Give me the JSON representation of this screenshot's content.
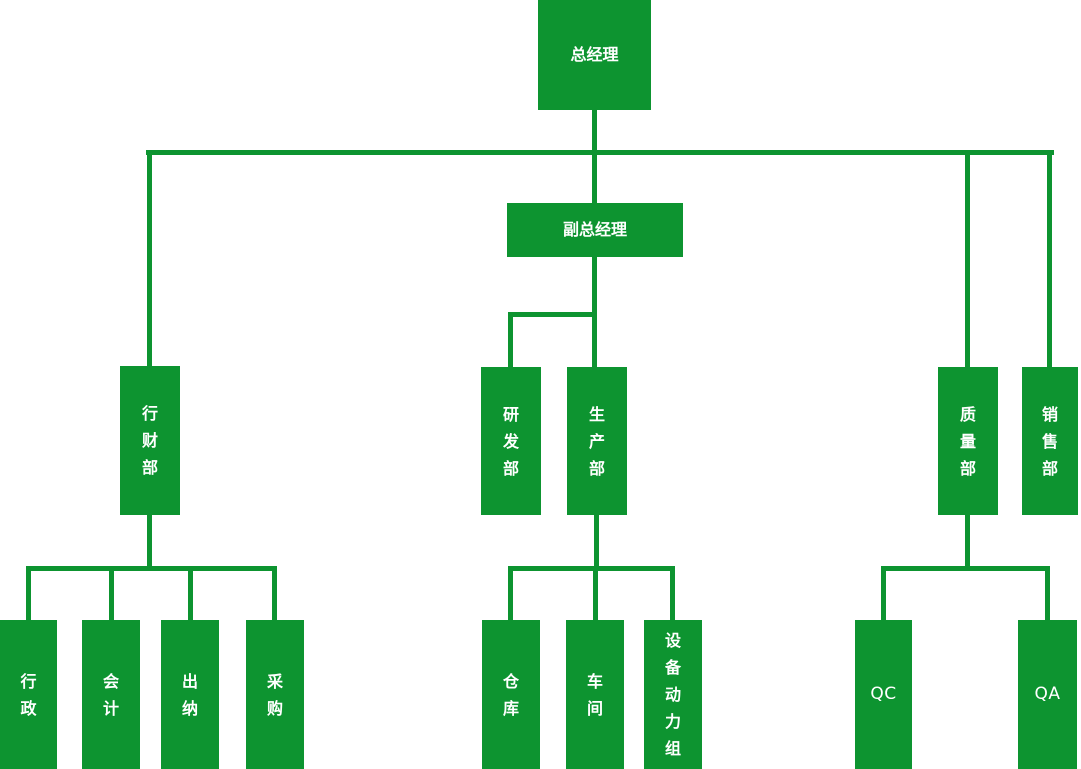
{
  "colors": {
    "node_fill": "#0d9430",
    "line": "#0d9430",
    "label_text": "#ffffff",
    "background": "#ffffff"
  },
  "chart_data": {
    "type": "org-chart",
    "edges": [
      {
        "from": "总经理",
        "to": "行财部"
      },
      {
        "from": "总经理",
        "to": "副总经理"
      },
      {
        "from": "总经理",
        "to": "质量部"
      },
      {
        "from": "总经理",
        "to": "销售部"
      },
      {
        "from": "副总经理",
        "to": "研发部"
      },
      {
        "from": "副总经理",
        "to": "生产部"
      },
      {
        "from": "行财部",
        "to": "行政"
      },
      {
        "from": "行财部",
        "to": "会计"
      },
      {
        "from": "行财部",
        "to": "出纳"
      },
      {
        "from": "行财部",
        "to": "采购"
      },
      {
        "from": "生产部",
        "to": "仓库"
      },
      {
        "from": "生产部",
        "to": "车间"
      },
      {
        "from": "生产部",
        "to": "设备动力组"
      },
      {
        "from": "质量部",
        "to": "QC"
      },
      {
        "from": "质量部",
        "to": "QA"
      }
    ]
  },
  "nodes": {
    "gm": {
      "label": "总经理",
      "level": 1
    },
    "dgm": {
      "label": "副总经理",
      "level": 2
    },
    "finance_admin": {
      "label": "行财部",
      "level": 3
    },
    "rnd": {
      "label": "研发部",
      "level": 3
    },
    "production": {
      "label": "生产部",
      "level": 3
    },
    "quality": {
      "label": "质量部",
      "level": 3
    },
    "sales": {
      "label": "销售部",
      "level": 3
    },
    "admin": {
      "label": "行政",
      "level": 4
    },
    "accounting": {
      "label": "会计",
      "level": 4
    },
    "cashier": {
      "label": "出纳",
      "level": 4
    },
    "purchasing": {
      "label": "采购",
      "level": 4
    },
    "warehouse": {
      "label": "仓库",
      "level": 4
    },
    "workshop": {
      "label": "车间",
      "level": 4
    },
    "equipment_power": {
      "label": "设备动力组",
      "level": 4
    },
    "qc": {
      "label": "QC",
      "level": 4
    },
    "qa": {
      "label": "QA",
      "level": 4
    }
  }
}
